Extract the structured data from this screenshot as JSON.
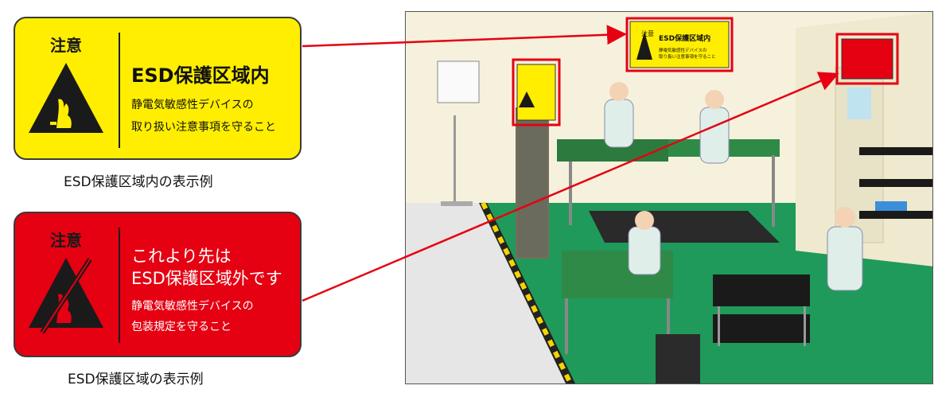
{
  "signs": {
    "inside": {
      "caution": "注意",
      "title": "ESD保護区域内",
      "line1": "静電気敏感性デバイスの",
      "line2": "取り扱い注意事項を守ること",
      "caption": "ESD保護区域内の表示例",
      "bg_color": "#ffee00",
      "icon": "esd-warning-icon"
    },
    "boundary": {
      "caution": "注意",
      "title1": "これより先は",
      "title2": "ESD保護区域外です",
      "line1": "静電気敏感性デバイスの",
      "line2": "包装規定を守ること",
      "caption": "ESD保護区域の表示例",
      "bg_color": "#e50012",
      "icon": "esd-warning-crossed-icon"
    }
  },
  "scene": {
    "mini_sign_yellow": {
      "caution": "注意",
      "title": "ESD保護区域内",
      "line1": "静電気敏感性デバイスの",
      "line2": "取り扱い注意事項を守ること"
    },
    "highlight_color": "#e60012",
    "floor_color": "#1f9a5a"
  }
}
